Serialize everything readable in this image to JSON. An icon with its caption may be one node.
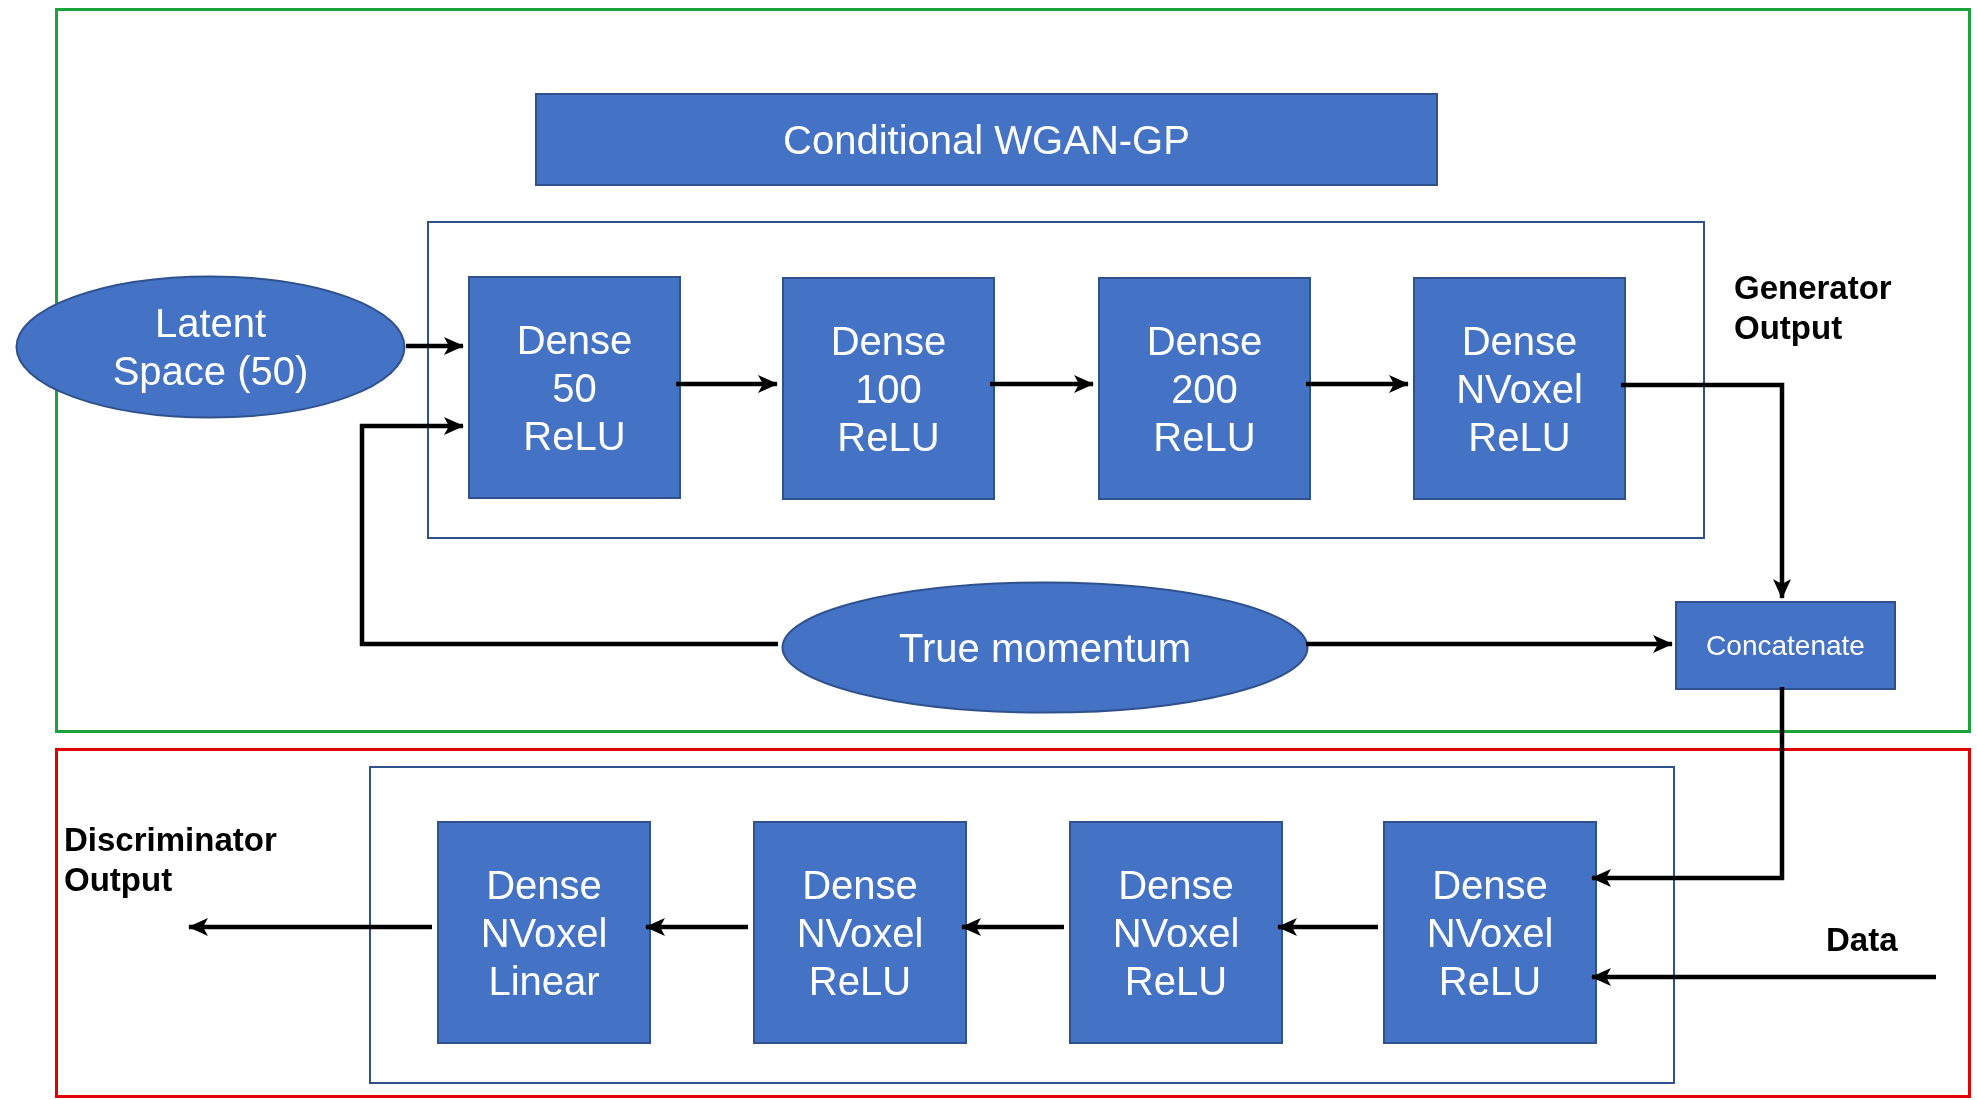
{
  "diagram": {
    "nodes": [
      {
        "text": [],
        "shape": "box"
      },
      {
        "text": [
          "Conditional WGAN-GP"
        ],
        "in": 0
      },
      {
        "text": [],
        "shape": "box",
        "in": 0
      },
      {
        "text": [
          "Latent Space (50)"
        ]
      },
      {
        "text": [
          "Dense 50 ReLU"
        ],
        "in": 2
      },
      {
        "text": [
          "Dense 100 ReLU"
        ],
        "in": 2
      },
      {
        "text": [
          "Dense 200 ReLU"
        ],
        "in": 2
      },
      {
        "text": [
          "Dense NVoxel ReLU"
        ],
        "in": 2
      },
      {
        "text": [
          "True momentum"
        ],
        "in": 0
      },
      {
        "text": [
          "Concatenate"
        ],
        "in": 0
      },
      {
        "text": [],
        "shape": "box"
      },
      {
        "text": [],
        "shape": "box",
        "in": 10
      },
      {
        "text": [
          "Dense NVoxel Linear"
        ],
        "in": 11
      },
      {
        "text": [
          "Dense NVoxel ReLU"
        ],
        "in": 11
      },
      {
        "text": [
          "Dense NVoxel ReLU"
        ],
        "in": 11
      },
      {
        "text": [
          "Dense NVoxel ReLU"
        ],
        "in": 11
      }
    ],
    "edges": [
      {
        "from": 3,
        "to": 4,
        "arrow": "to"
      },
      {
        "from": 8,
        "to": 4,
        "arrow": "to"
      },
      {
        "from": 4,
        "to": 5,
        "arrow": "to"
      },
      {
        "from": 5,
        "to": 6,
        "arrow": "to"
      },
      {
        "from": 6,
        "to": 7,
        "arrow": "to"
      },
      {
        "from": 7,
        "to": 9,
        "arrow": "to",
        "label": "Generator Output"
      },
      {
        "from": 8,
        "to": 9,
        "arrow": "to"
      },
      {
        "from": 9,
        "to": 15,
        "arrow": "to"
      },
      {
        "from": null,
        "to": 15,
        "arrow": "to",
        "label": "Data"
      },
      {
        "from": 15,
        "to": 14,
        "arrow": "to"
      },
      {
        "from": 14,
        "to": 13,
        "arrow": "to"
      },
      {
        "from": 13,
        "to": 12,
        "arrow": "to"
      },
      {
        "from": 12,
        "to": null,
        "arrow": "to",
        "label": "Discriminator Output"
      }
    ]
  }
}
